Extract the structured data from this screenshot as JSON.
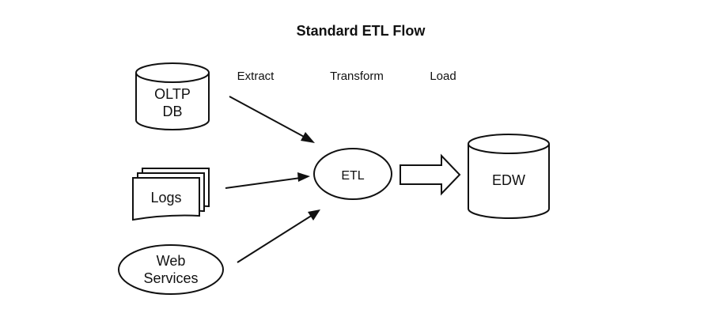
{
  "title": "Standard ETL Flow",
  "stages": {
    "extract": "Extract",
    "transform": "Transform",
    "load": "Load"
  },
  "nodes": {
    "oltp_db": [
      "OLTP",
      "DB"
    ],
    "logs": "Logs",
    "web_services": [
      "Web",
      "Services"
    ],
    "etl": "ETL",
    "edw": "EDW"
  },
  "colors": {
    "stroke": "#111111",
    "fill": "#ffffff",
    "background": "#ffffff"
  }
}
